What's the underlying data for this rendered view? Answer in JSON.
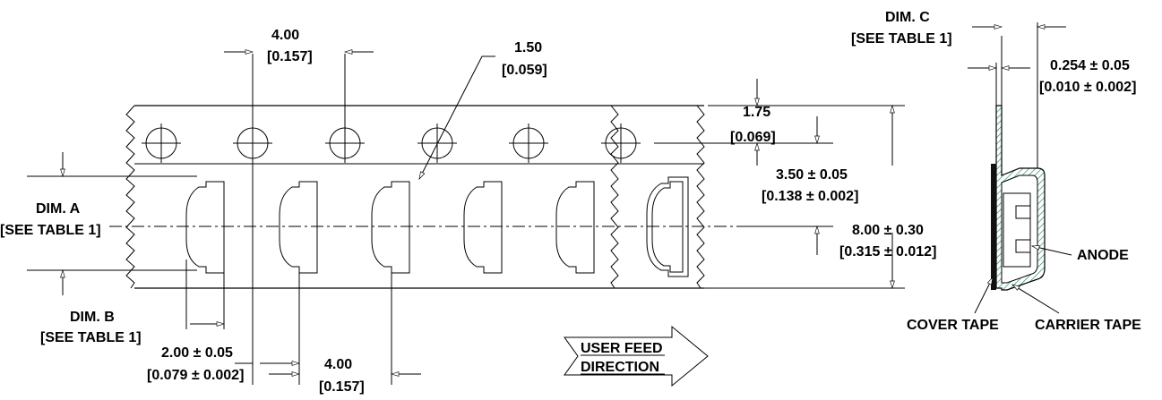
{
  "labels": {
    "pitch_top_mm": "4.00",
    "pitch_top_in": "[0.157]",
    "hole_dia_mm": "1.50",
    "hole_dia_in": "[0.059]",
    "edge_mm": "1.75",
    "edge_in": "[0.069]",
    "hole_to_pocket_mm": "3.50 ± 0.05",
    "hole_to_pocket_in": "[0.138 ± 0.002]",
    "width_mm": "8.00 ± 0.30",
    "width_in": "[0.315 ± 0.012]",
    "dim_a": "DIM. A",
    "dim_a_ref": "[SEE TABLE 1]",
    "dim_b": "DIM. B",
    "dim_b_ref": "[SEE TABLE 1]",
    "dim_c": "DIM. C",
    "dim_c_ref": "[SEE TABLE 1]",
    "pocket_offset_mm": "2.00 ± 0.05",
    "pocket_offset_in": "[0.079 ± 0.002]",
    "pocket_pitch_mm": "4.00",
    "pocket_pitch_in": "[0.157]",
    "feed_line1": "USER FEED",
    "feed_line2": "DIRECTION",
    "thickness_mm": "0.254 ± 0.05",
    "thickness_in": "[0.010 ± 0.002]",
    "anode": "ANODE",
    "cover_tape": "COVER TAPE",
    "carrier_tape": "CARRIER TAPE"
  },
  "colors": {
    "line": "#000000",
    "carrier_hatch": "#2f8f6f",
    "cover": "#111111"
  }
}
